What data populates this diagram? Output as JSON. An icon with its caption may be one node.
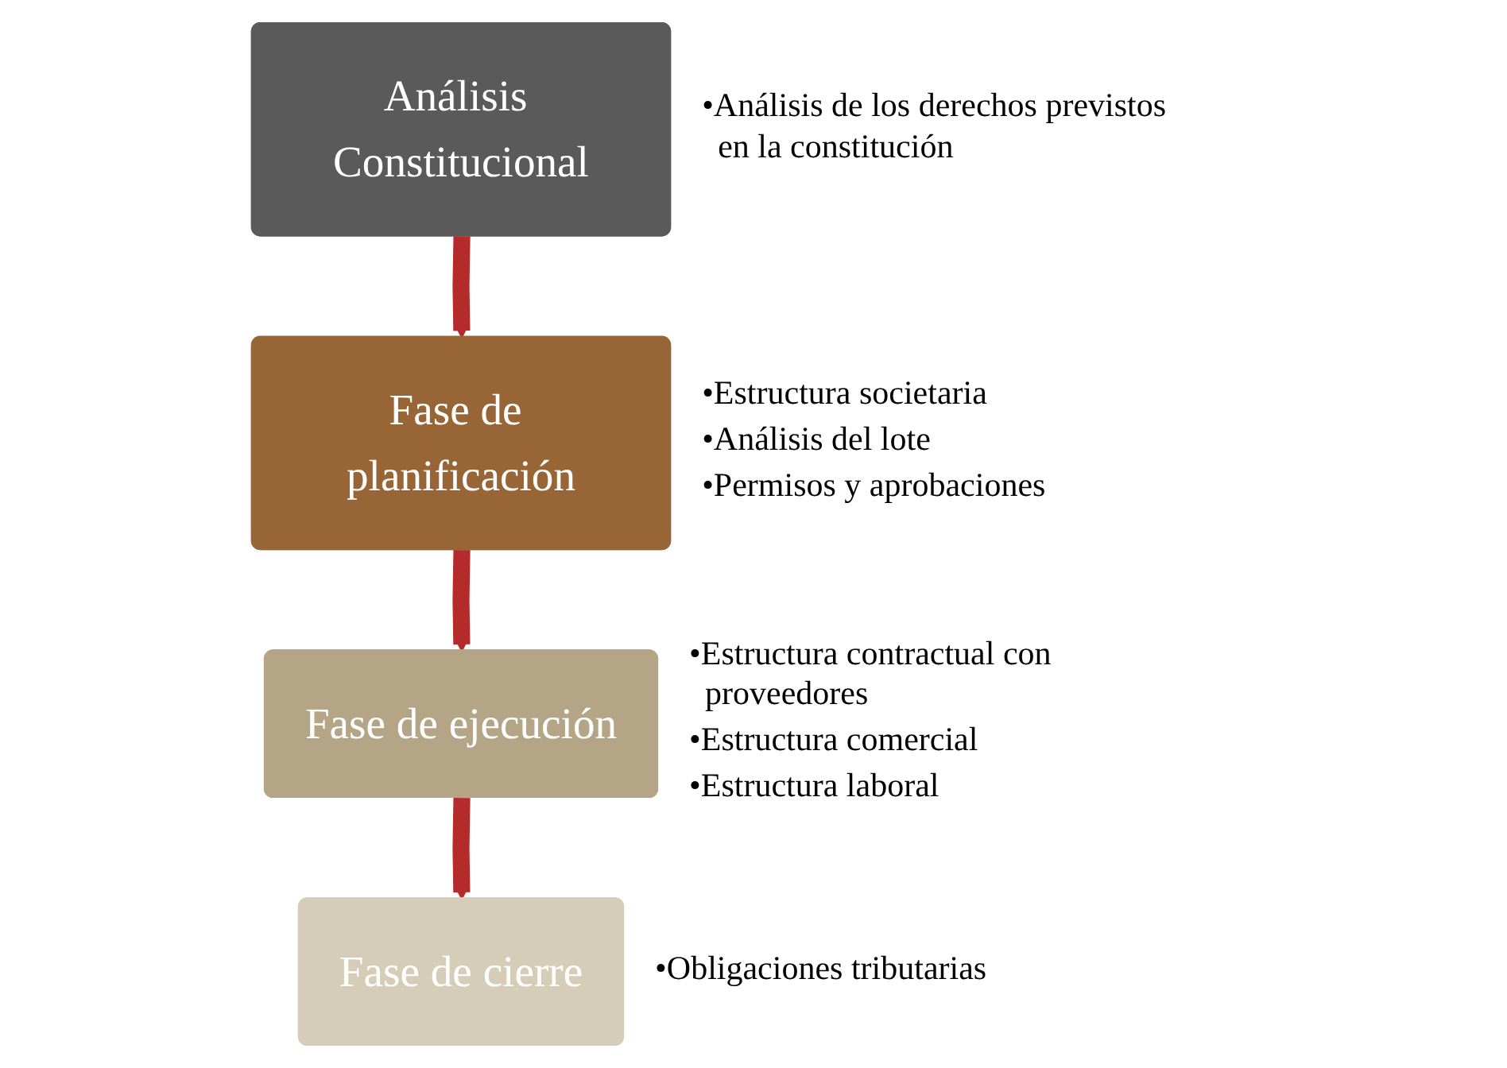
{
  "diagram": {
    "nodes": [
      {
        "text": [
          "Análisis Constitucional"
        ],
        "beside": [
          "•Análisis de los derechos previstos en la constitución"
        ]
      },
      {
        "text": [
          "Fase de planificación"
        ],
        "beside": [
          "•Estructura societaria",
          "•Análisis del lote",
          "•Permisos y aprobaciones"
        ]
      },
      {
        "text": [
          "Fase de ejecución"
        ],
        "beside": [
          "•Estructura contractual con proveedores",
          "•Estructura comercial",
          "•Estructura laboral"
        ]
      },
      {
        "text": [
          "Fase de cierre"
        ],
        "beside": [
          "•Obligaciones tributarias"
        ]
      }
    ],
    "edges": [
      {
        "from": 0,
        "to": 1,
        "arrow": "to"
      },
      {
        "from": 1,
        "to": 2,
        "arrow": "to"
      },
      {
        "from": 2,
        "to": 3,
        "arrow": "to"
      }
    ]
  }
}
